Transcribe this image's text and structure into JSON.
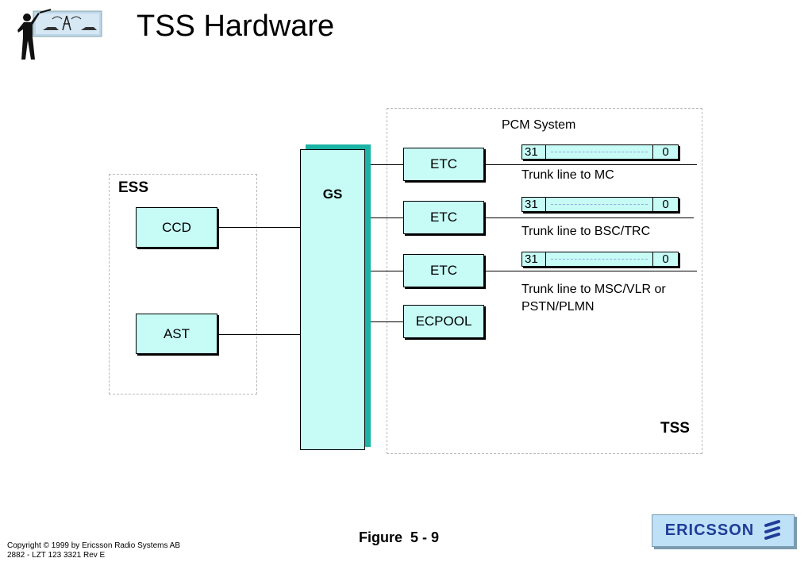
{
  "slide": {
    "title": "TSS Hardware",
    "figure_caption": "Figure  5 - 9",
    "copyright_lines": [
      "Copyright © 1999 by Ericsson Radio Systems AB",
      "2882 - LZT 123 3321 Rev E"
    ],
    "brand_logo": "ERICSSON"
  },
  "diagram": {
    "ess": {
      "label": "ESS",
      "blocks": [
        "CCD",
        "AST"
      ]
    },
    "tss": {
      "label": "TSS",
      "switch": "GS",
      "blocks": [
        "ETC",
        "ETC",
        "ETC",
        "ECPOOL"
      ],
      "pcm_system": {
        "title": "PCM System",
        "bars": [
          {
            "high": "31",
            "low": "0",
            "label": "Trunk line to MC"
          },
          {
            "high": "31",
            "low": "0",
            "label": "Trunk line to BSC/TRC"
          },
          {
            "high": "31",
            "low": "0",
            "label": "Trunk line to MSC/VLR or PSTN/PLMN"
          }
        ]
      }
    },
    "colors": {
      "block_fill": "#c6fbf6",
      "switch_shadow": "#1ab3a4",
      "logo_text": "#1f3d98",
      "logo_bg": "#bfe1f7"
    }
  }
}
